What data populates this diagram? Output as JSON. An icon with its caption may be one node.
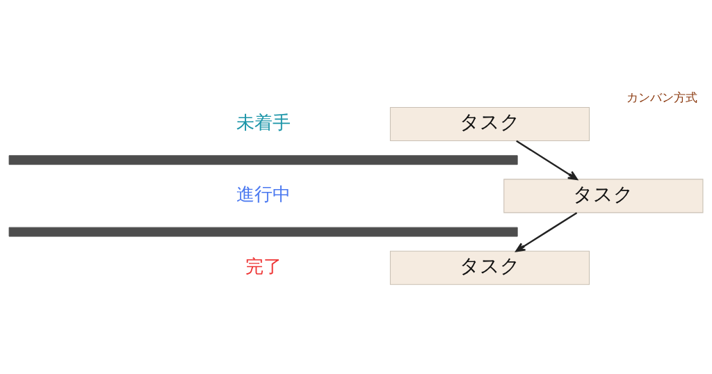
{
  "diagram": {
    "title": "カンバン方式",
    "nodes": [
      {
        "text": [
          "タスク"
        ]
      },
      {
        "text": [
          "タスク"
        ]
      },
      {
        "text": [
          "タスク"
        ]
      }
    ],
    "edges": [
      {
        "from": 0,
        "to": 1,
        "arrow": "to"
      },
      {
        "from": 1,
        "to": 2,
        "arrow": "to"
      }
    ],
    "labels": [
      "未着手",
      "進行中",
      "完了"
    ]
  }
}
